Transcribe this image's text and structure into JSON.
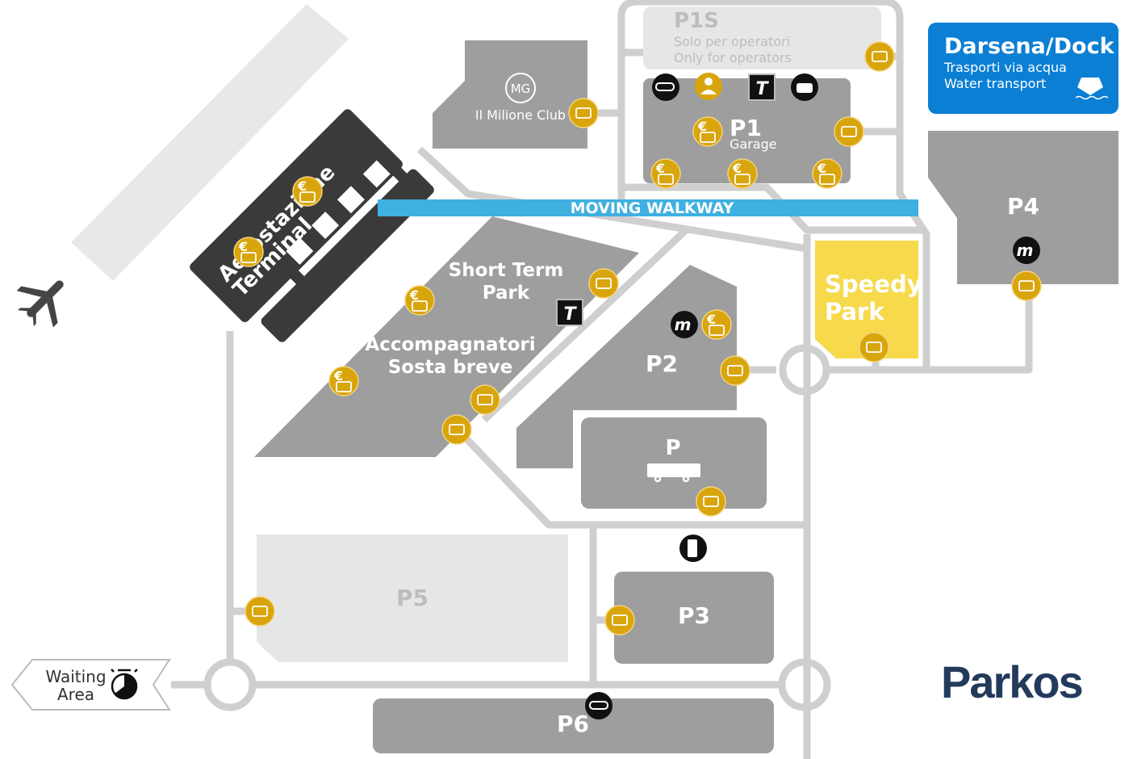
{
  "map": {
    "terminal": {
      "line1": "Aerostazione",
      "line2": "Terminal"
    },
    "moving_walkway": "MOVING WALKWAY",
    "p1s": {
      "name": "P1S",
      "line1": "Solo per operatori",
      "line2": "Only for  operators"
    },
    "p1": {
      "name": "P1",
      "sub": "Garage"
    },
    "milione": {
      "monogram": "MG",
      "name": "Il Milione Club"
    },
    "dock": {
      "title": "Darsena/Dock",
      "line1": "Trasporti via acqua",
      "line2": "Water transport"
    },
    "short_term": {
      "line1": "Short Term",
      "line2": "Park",
      "line3": "Accompagnatori",
      "line4": "Sosta breve"
    },
    "p2": "P2",
    "p_bus": "P",
    "p3": "P3",
    "p4": "P4",
    "p5": "P5",
    "p6": "P6",
    "speedy": {
      "line1": "Speedy",
      "line2": "Park"
    },
    "waiting": {
      "line1": "Waiting",
      "line2": "Area"
    },
    "taxi_glyph": "T",
    "telepass_glyph": "m"
  },
  "brand": {
    "name": "Parkos",
    "color": "#233a5c"
  },
  "colors": {
    "road": "#cfcfcf",
    "lot": "#9e9e9e",
    "lot_light": "#e6e6e6",
    "terminal": "#3a3a3a",
    "walkway": "#3fb0e0",
    "dock": "#0a7fd4",
    "payment": "#d9a50c",
    "speedy": "#f7d94c"
  }
}
